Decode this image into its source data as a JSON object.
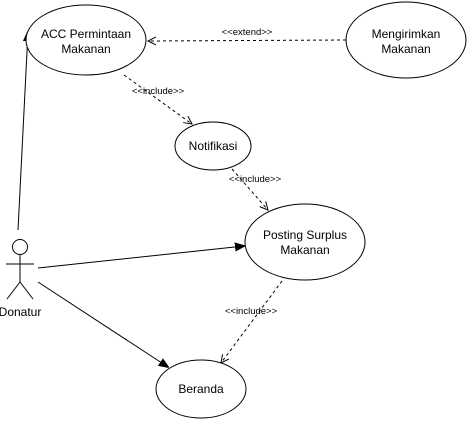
{
  "diagram": {
    "actor": {
      "name": "Donatur"
    },
    "use_cases": {
      "acc": {
        "lines": [
          "ACC Permintaan",
          "Makanan"
        ]
      },
      "kirim": {
        "lines": [
          "Mengirimkan",
          "Makanan"
        ]
      },
      "notif": {
        "lines": [
          "Notifikasi"
        ]
      },
      "posting": {
        "lines": [
          "Posting Surplus",
          "Makanan"
        ]
      },
      "beranda": {
        "lines": [
          "Beranda"
        ]
      }
    },
    "relations": {
      "extend_label": "<<extend>>",
      "include_acc_notif": "<<include>>",
      "include_notif_posting": "<<include>>",
      "include_posting_beranda": "<<include>>"
    }
  }
}
